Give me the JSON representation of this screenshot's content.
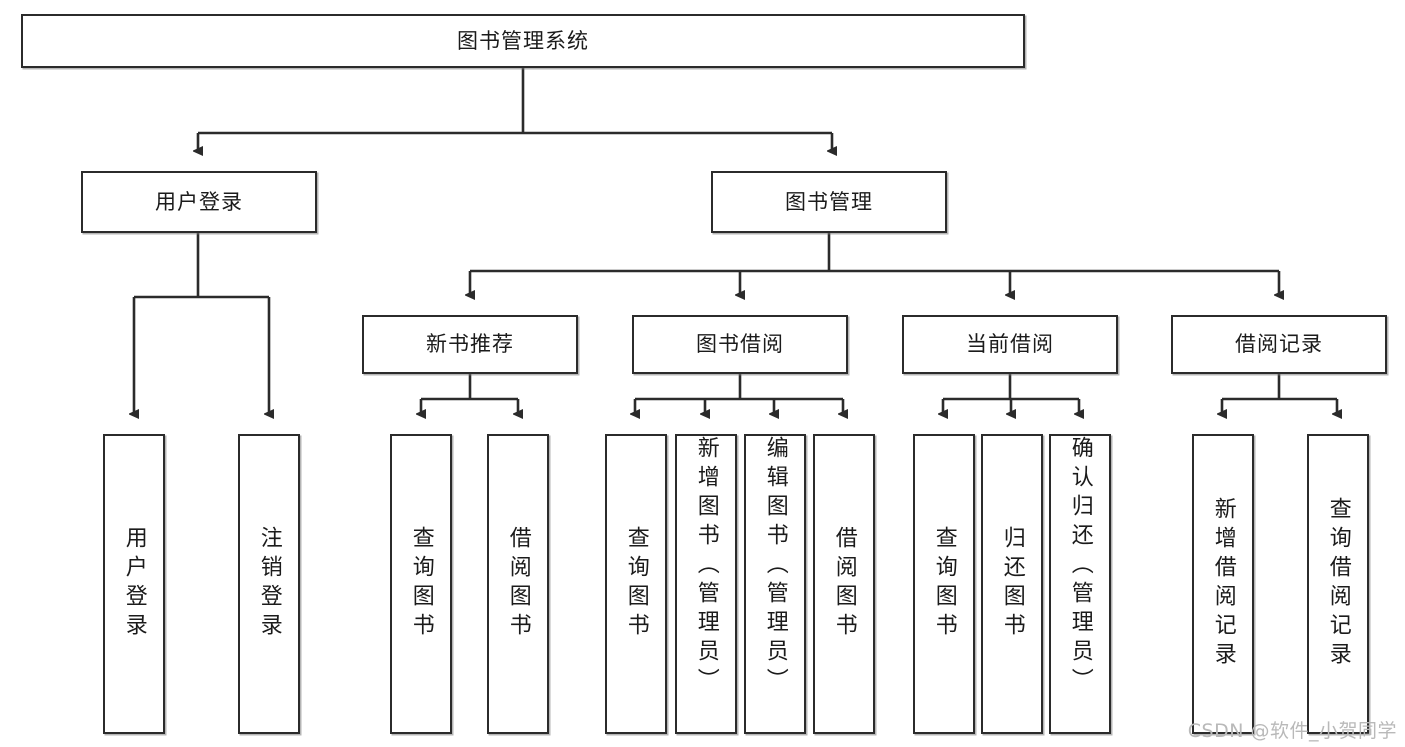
{
  "diagram": {
    "title_text": "图书管理系统",
    "type": "tree-hierarchy-chart",
    "watermark": "CSDN @软件_小贺同学",
    "colors": {
      "box_border": "#2b2b2b",
      "box_fill": "#ffffff",
      "connector": "#2b2b2b",
      "text": "#1b1b1b",
      "watermark": "#b9b9b9",
      "background": "#ffffff"
    },
    "nodes": {
      "root": {
        "label": "图书管理系统"
      },
      "level2": [
        {
          "label": "用户登录"
        },
        {
          "label": "图书管理"
        }
      ],
      "level3": [
        {
          "label": "新书推荐"
        },
        {
          "label": "图书借阅"
        },
        {
          "label": "当前借阅"
        },
        {
          "label": "借阅记录"
        }
      ],
      "leaves": {
        "user_login": [
          {
            "label": "用户登录"
          },
          {
            "label": "注销登录"
          }
        ],
        "new_book_recommend": [
          {
            "label": "查询图书"
          },
          {
            "label": "借阅图书"
          }
        ],
        "book_borrow": [
          {
            "label": "查询图书"
          },
          {
            "label": "新增图书（管理员）"
          },
          {
            "label": "编辑图书（管理员）"
          },
          {
            "label": "借阅图书"
          }
        ],
        "current_borrow": [
          {
            "label": "查询图书"
          },
          {
            "label": "归还图书"
          },
          {
            "label": "确认归还（管理员）"
          }
        ],
        "borrow_record": [
          {
            "label": "新增借阅记录"
          },
          {
            "label": "查询借阅记录"
          }
        ]
      }
    }
  }
}
